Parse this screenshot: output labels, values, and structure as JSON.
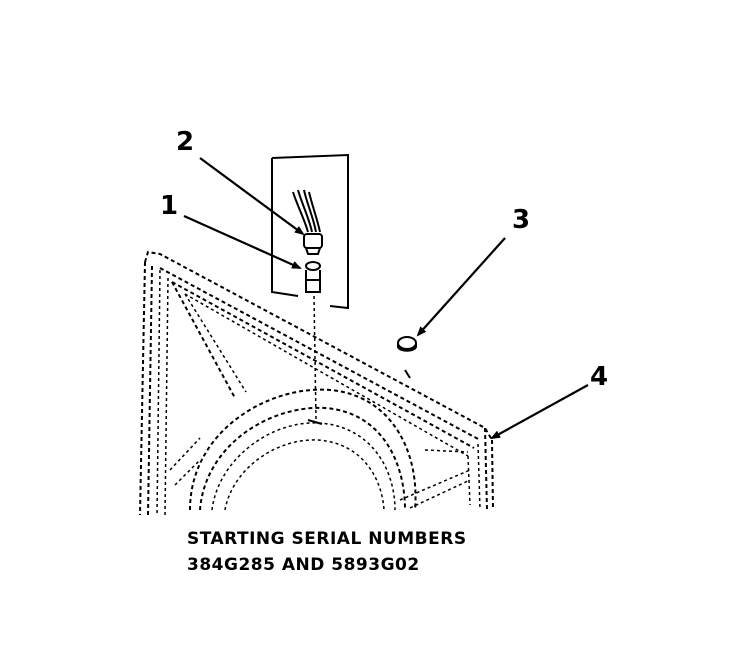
{
  "callouts": {
    "part_1": "1",
    "part_2": "2",
    "part_3": "3",
    "part_4": "4"
  },
  "caption": {
    "line_1": "STARTING SERIAL NUMBERS",
    "line_2": "384G285 AND 5893G02"
  }
}
